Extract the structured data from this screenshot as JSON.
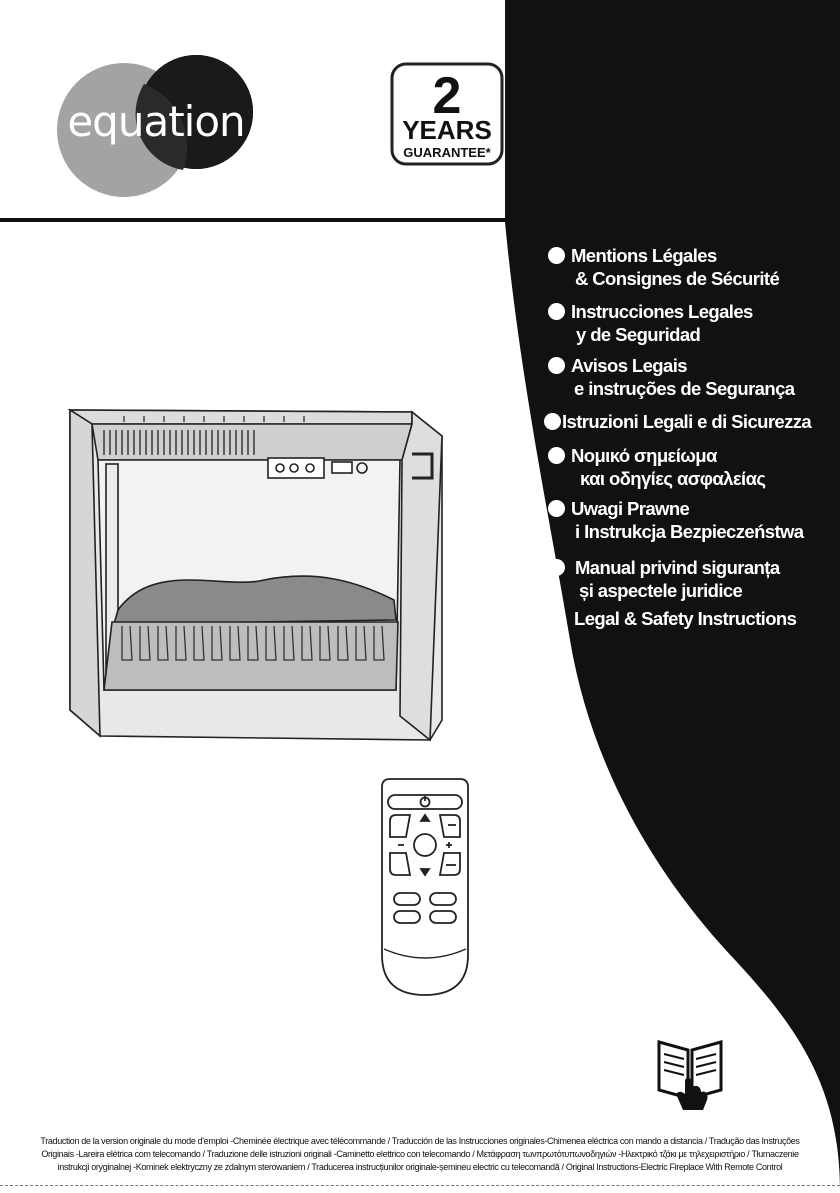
{
  "brand": {
    "name": "equation"
  },
  "guarantee": {
    "number": "2",
    "years": "YEARS",
    "label": "GUARANTEE*"
  },
  "languages": [
    {
      "line1": "Mentions Légales",
      "line2": "& Consignes de Sécurité"
    },
    {
      "line1": "Instrucciones Legales",
      "line2": "y de Seguridad"
    },
    {
      "line1": "Avisos Legais",
      "line2": "e instruções de Segurança"
    },
    {
      "line1": "Istruzioni Legali e di Sicurezza",
      "line2": ""
    },
    {
      "line1": "Νομικό σημείωμα",
      "line2": "και οδηγίες ασφαλείας"
    },
    {
      "line1": "Uwagi Prawne",
      "line2": "i Instrukcja Bezpieczeństwa"
    },
    {
      "line1": "Manual privind siguranța",
      "line2": "și aspectele juridice"
    },
    {
      "line1": "Legal & Safety Instructions",
      "line2": ""
    }
  ],
  "footer": {
    "line1": "Traduction de la version originale du mode d'emploi -Cheminée électrique avec télécommande / Traducción de las Instrucciones originales-Chimenea eléctrica con mando a distancia / Tradução das Instruções",
    "line2": "Originais -Lareira elétrica com telecomando / Traduzione delle istruzioni originali -Caminetto elettrico con telecomando / Μετάφραση τωνπρωτότυπωνοδηγιών -Ηλεκτρικό τζάκι με τηλεχειριστήριο / Tłumaczenie",
    "line3": "instrukcji oryginalnej -Kominek elektryczny ze zdalnym sterowaniem / Traducerea instrucțiunilor originale-șemineu electric cu telecomandă / Original Instructions-Electric Fireplace With Remote Control"
  },
  "colors": {
    "black": "#111111",
    "logo_light": "#a3a3a3",
    "logo_dark": "#1a1a1a",
    "white": "#ffffff"
  },
  "icons": [
    "power-icon",
    "up-arrow-icon",
    "down-arrow-icon",
    "plus-icon",
    "minus-icon",
    "manual-book-icon"
  ]
}
